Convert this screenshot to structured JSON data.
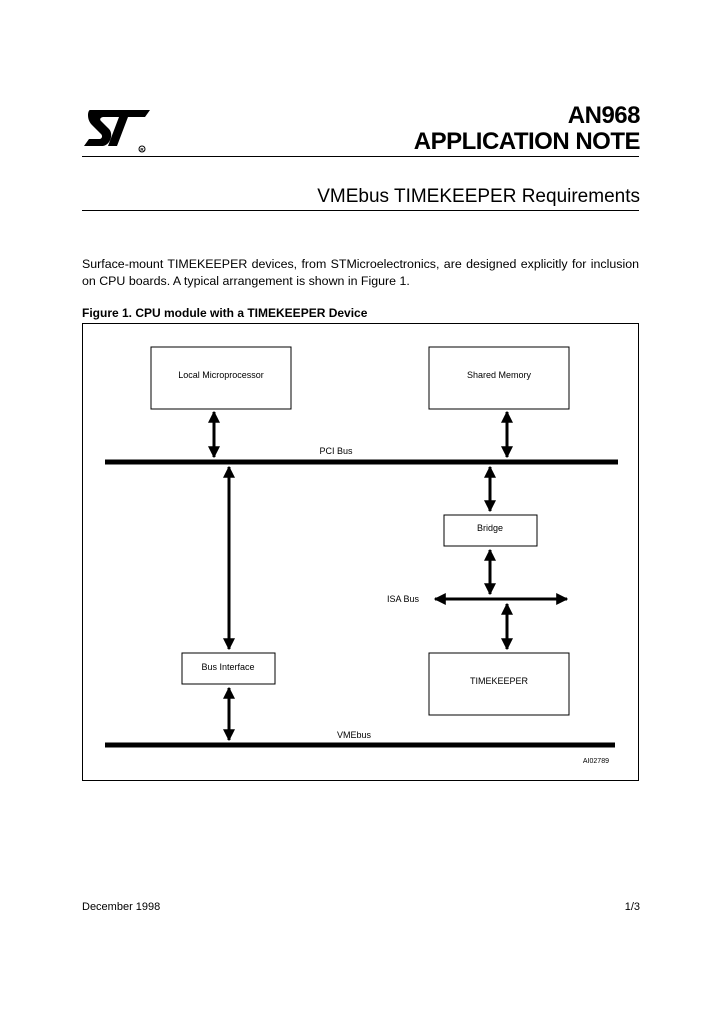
{
  "header": {
    "doc_number": "AN968",
    "doc_type": "APPLICATION NOTE",
    "title": "VMEbus TIMEKEEPER Requirements"
  },
  "intro": "Surface-mount TIMEKEEPER devices, from STMicroelectronics, are designed explicitly for inclusion on CPU boards. A typical arrangement is shown in Figure 1.",
  "figure": {
    "caption": "Figure 1. CPU module with a TIMEKEEPER Device",
    "blocks": {
      "local_microprocessor": "Local Microprocessor",
      "shared_memory": "Shared Memory",
      "bridge": "Bridge",
      "bus_interface": "Bus Interface",
      "timekeeper": "TIMEKEEPER"
    },
    "buses": {
      "pci": "PCI Bus",
      "isa": "ISA Bus",
      "vme": "VMEbus"
    },
    "figure_id": "AI02789"
  },
  "footer": {
    "date": "December 1998",
    "page": "1/3"
  }
}
